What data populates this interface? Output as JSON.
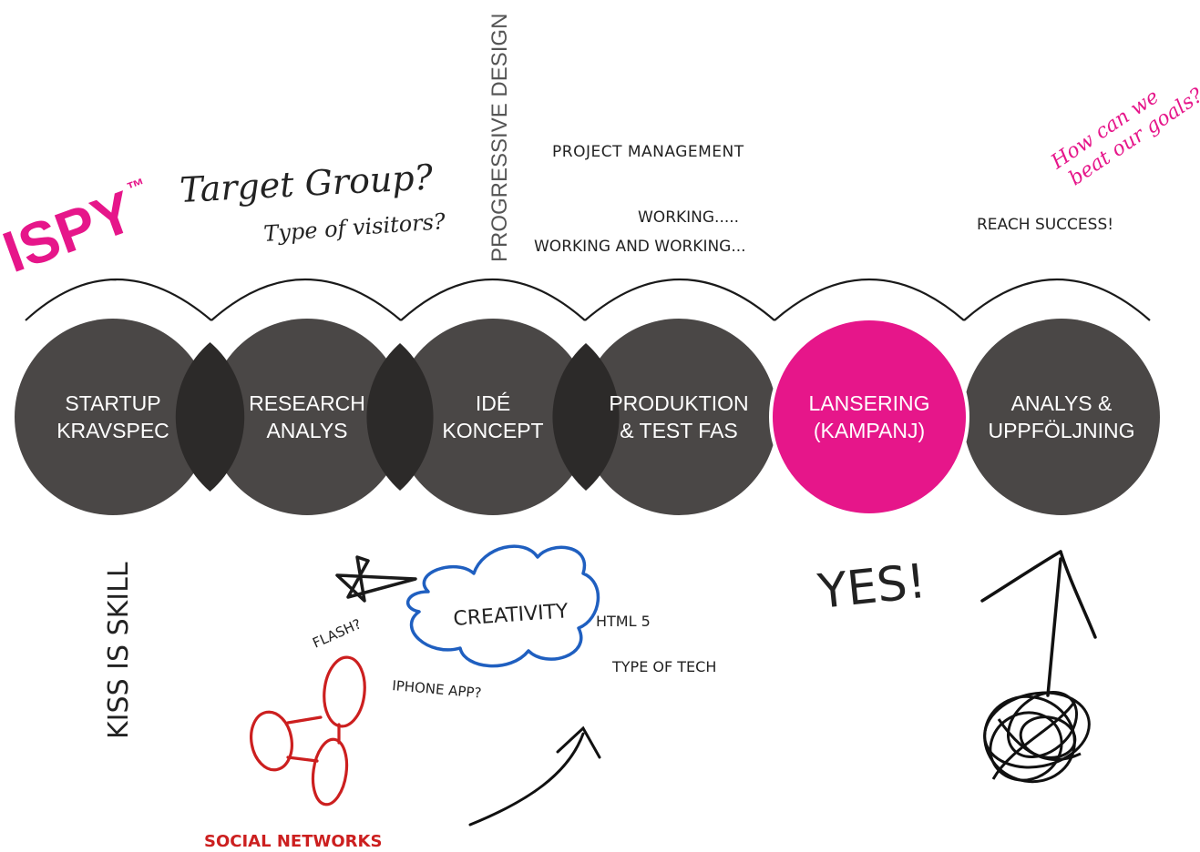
{
  "brand": {
    "name": "ISPY",
    "trademark": "™"
  },
  "header": {
    "target_group": "Target Group?",
    "type_of_visitors": "Type of visitors?",
    "progressive_design": "PROGRESSIVE DESIGN",
    "project_management": "PROJECT MANAGEMENT",
    "working_line1": "WORKING.....",
    "working_line2": "WORKING AND WORKING...",
    "reach_success": "REACH SUCCESS!",
    "how_line1": "How can we",
    "how_line2": "beat our goals?"
  },
  "stages": [
    {
      "line1": "STARTUP",
      "line2": "KRAVSPEC",
      "color": "#4a4746"
    },
    {
      "line1": "RESEARCH",
      "line2": "ANALYS",
      "color": "#4a4746"
    },
    {
      "line1": "IDÉ",
      "line2": "KONCEPT",
      "color": "#4a4746"
    },
    {
      "line1": "PRODUKTION",
      "line2": "& TEST FAS",
      "color": "#4a4746"
    },
    {
      "line1": "LANSERING",
      "line2": "(KAMPANJ)",
      "color": "#e6168a"
    },
    {
      "line1": "ANALYS &",
      "line2": "UPPFÖLJNING",
      "color": "#4a4746"
    }
  ],
  "notes": {
    "kiss": "KISS IS SKILL",
    "creativity": "CREATIVITY",
    "flash": "FLASH?",
    "html5": "HTML 5",
    "type_of_tech": "TYPE OF TECH",
    "iphone_app": "IPHONE APP?",
    "yes": "YES!",
    "social_networks": "SOCIAL NETWORKS"
  },
  "colors": {
    "accent": "#e6168a",
    "dark_circle": "#4a4746",
    "overlap": "#2c2a29",
    "cloud": "#1f5fc0",
    "social": "#cc1f1f"
  }
}
